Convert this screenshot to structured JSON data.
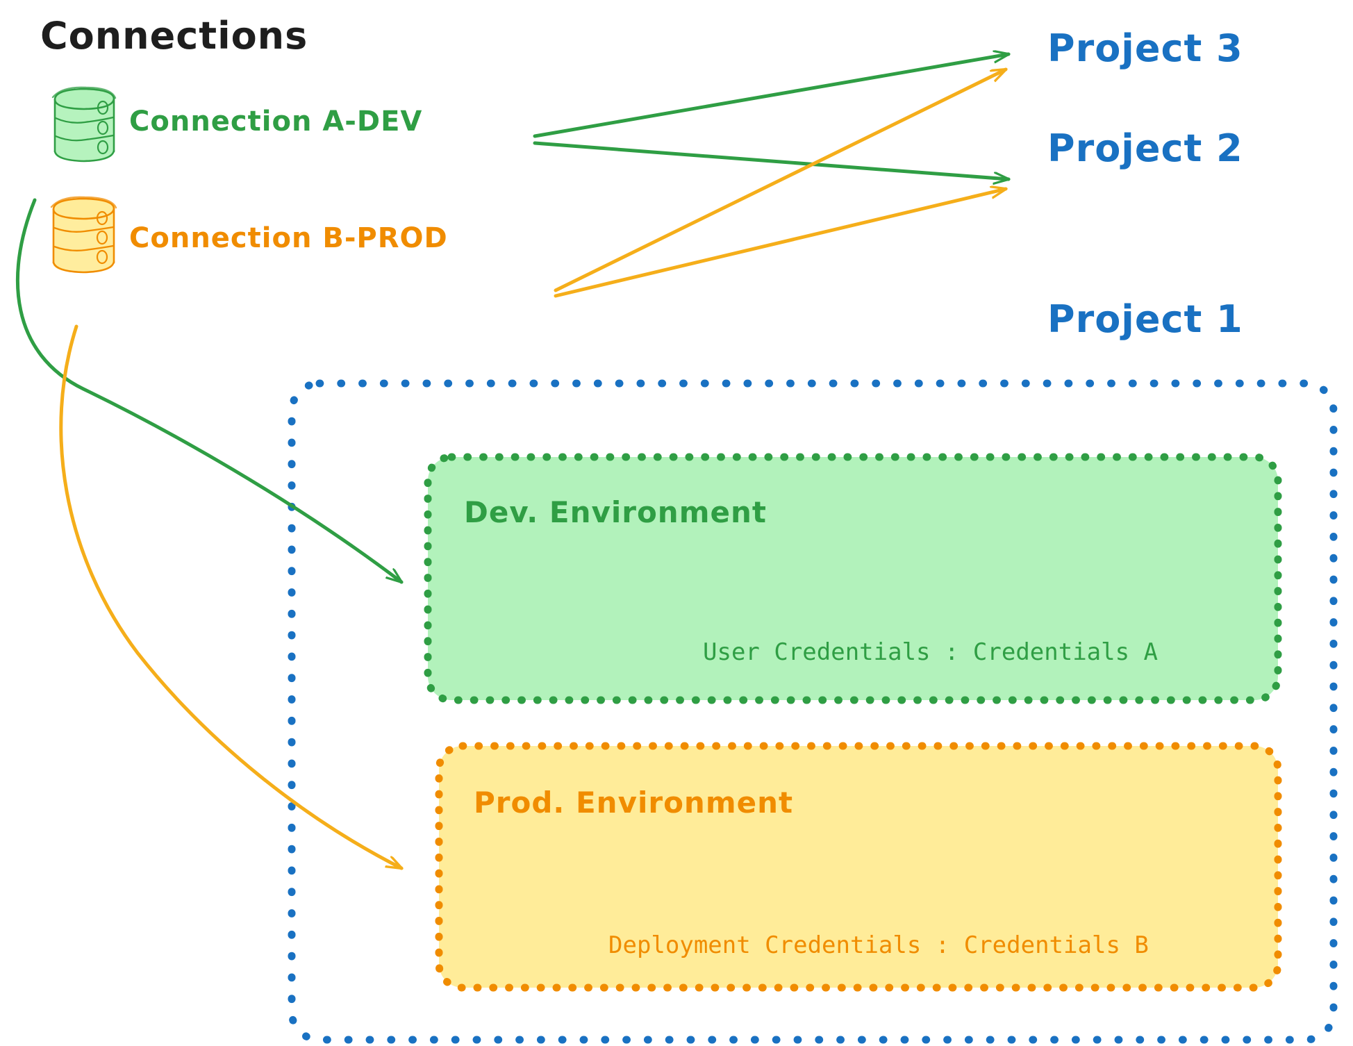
{
  "diagram": {
    "title": "Connections",
    "style": "hand-drawn",
    "background": "#ffffff"
  },
  "colors": {
    "title_text": "#1e1e1e",
    "green_stroke": "#2f9e44",
    "green_fill": "#b2f2bb",
    "orange_stroke": "#f08c00",
    "orange_fill": "#ffec99",
    "blue_stroke": "#1971c2",
    "arrow_green": "#2f9e44",
    "arrow_orange": "#f5ae1a"
  },
  "connections": [
    {
      "id": "conn-a-dev",
      "label": "Connection A-DEV",
      "color": "#2f9e44",
      "icon": "database-cylinder-icon",
      "targets": [
        "Project 3",
        "Project 2",
        "Dev. Environment"
      ]
    },
    {
      "id": "conn-b-prod",
      "label": "Connection B-PROD",
      "color": "#f08c00",
      "icon": "database-cylinder-icon",
      "targets": [
        "Project 3",
        "Project 2",
        "Prod. Environment"
      ]
    }
  ],
  "projects": [
    {
      "id": "project-3",
      "label": "Project 3",
      "color": "#1971c2"
    },
    {
      "id": "project-2",
      "label": "Project 2",
      "color": "#1971c2"
    },
    {
      "id": "project-1",
      "label": "Project 1",
      "color": "#1971c2"
    }
  ],
  "project_container": {
    "label_ref": "Project 1",
    "border": "dotted",
    "border_color": "#1971c2"
  },
  "environments": [
    {
      "id": "dev-environment",
      "title": "Dev. Environment",
      "credential_label": "User Credentials",
      "credential_separator": ":",
      "credential_value": "Credentials A",
      "credential_line": "User Credentials : Credentials A",
      "stroke": "#2f9e44",
      "fill": "#b2f2bb"
    },
    {
      "id": "prod-environment",
      "title": "Prod. Environment",
      "credential_label": "Deployment Credentials",
      "credential_separator": ":",
      "credential_value": "Credentials B",
      "credential_line": "Deployment Credentials : Credentials B",
      "stroke": "#f08c00",
      "fill": "#ffec99"
    }
  ]
}
